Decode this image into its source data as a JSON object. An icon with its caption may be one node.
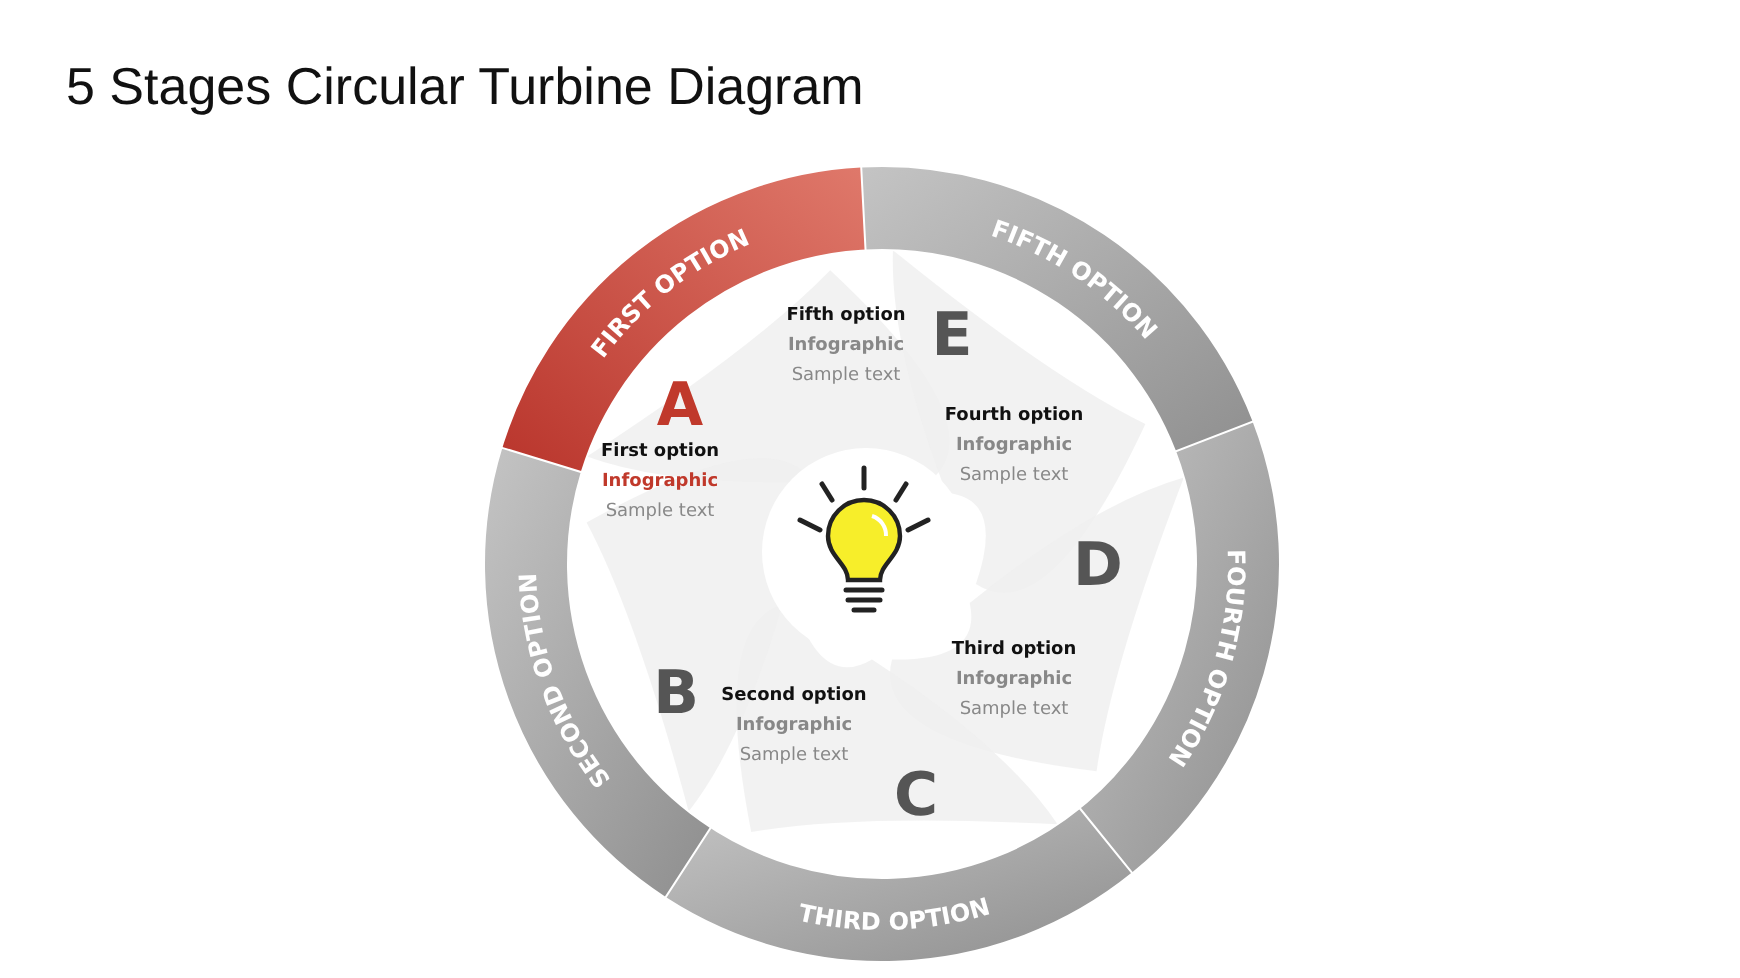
{
  "diagram": {
    "title": "5 Stages Circular Turbine Diagram",
    "nodes": [
      {
        "text": [
          "FIRST OPTION"
        ]
      },
      {
        "text": [
          "FIFTH OPTION"
        ]
      },
      {
        "text": [
          "FOURTH OPTION"
        ]
      },
      {
        "text": [
          "THIRD OPTION"
        ]
      },
      {
        "text": [
          "SECOND OPTION"
        ]
      }
    ],
    "labels": [
      "A",
      "First option",
      "Infographic",
      "Sample text",
      "B",
      "Second option",
      "Infographic",
      "Sample text",
      "C",
      "Third option",
      "Infographic",
      "Sample text",
      "D",
      "Fourth option",
      "Infographic",
      "Sample text",
      "E",
      "Fifth option",
      "Infographic",
      "Sample text"
    ]
  }
}
